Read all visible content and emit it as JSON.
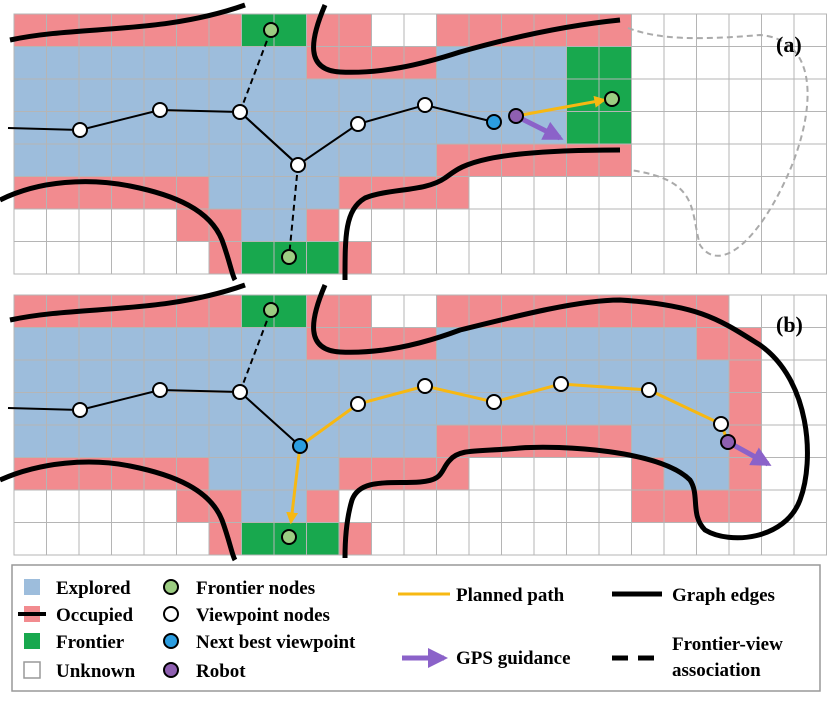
{
  "panels": [
    {
      "label": "(a)"
    },
    {
      "label": "(b)"
    }
  ],
  "colors": {
    "explored": "#9dbddc",
    "occupied": "#f28b8f",
    "frontier": "#18a84e",
    "unknown": "#ffffff",
    "grid": "#b5b5b5",
    "frontier_node": "#9ccd82",
    "viewpoint_node": "#ffffff",
    "next_best_viewpoint": "#2b9de0",
    "robot": "#8e5fb0",
    "planned_path": "#f7b812",
    "gps_arrow": "#8b62c9",
    "graph_edge": "#000000"
  },
  "legend": {
    "explored": "Explored",
    "occupied": "Occupied",
    "frontier": "Frontier",
    "unknown": "Unknown",
    "frontier_nodes": "Frontier nodes",
    "viewpoint_nodes": "Viewpoint nodes",
    "next_best_viewpoint": "Next best viewpoint",
    "robot": "Robot",
    "planned_path": "Planned path",
    "graph_edges": "Graph edges",
    "gps_guidance": "GPS guidance",
    "frontier_view_line1": "Frontier-view",
    "frontier_view_line2": "association"
  }
}
